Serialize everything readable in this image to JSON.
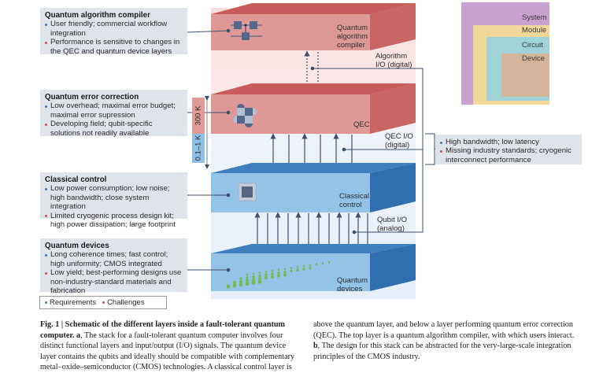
{
  "panel_a": {
    "info_boxes": [
      {
        "title": "Quantum  algorithm compiler",
        "requirements": [
          "User friendly; commercial workflow integration"
        ],
        "challenges": [
          "Performance is sensitive to changes in the QEC and quantum device layers"
        ]
      },
      {
        "title": "Quantum error correction",
        "requirements": [
          "Low overhead; maximal error budget; maximal error supression"
        ],
        "challenges": [
          "Developing field; qubit-specific solutions not readily available"
        ]
      },
      {
        "title": "Classical control",
        "requirements": [
          "Low power consumption; low noise; high bandwidth; close system integration"
        ],
        "challenges": [
          "Limited cryogenic process design kit; high power dissipation; large footprint"
        ]
      },
      {
        "title": "Quantum devices",
        "requirements": [
          "Long coherence times; fast control; high uniformity; CMOS integrated"
        ],
        "challenges": [
          "Low yield; best-performing designs use non-industry-standard materials and fabrication"
        ]
      }
    ],
    "layers": [
      {
        "name": "Quantum algorithm compiler",
        "label_lines": [
          "Quantum",
          "algorithm",
          "compiler"
        ],
        "icon": "quantum-circuit-icon",
        "color": "#e09a9a"
      },
      {
        "name": "QEC",
        "label_lines": [
          "QEC"
        ],
        "icon": "surface-code-icon",
        "color": "#e09a9a"
      },
      {
        "name": "Classical control",
        "label_lines": [
          "Classical",
          "control"
        ],
        "icon": "chip-icon",
        "color": "#8fc1e6"
      },
      {
        "name": "Quantum devices",
        "label_lines": [
          "Quantum",
          "devices"
        ],
        "icon": "qubit-array-icon",
        "color": "#8fc1e6"
      }
    ],
    "io_labels": [
      {
        "lines": [
          "Algorithm",
          "I/O (digital)"
        ]
      },
      {
        "lines": [
          "QEC I/O",
          "(digital)"
        ]
      },
      {
        "lines": [
          "Qubit I/O",
          "(analog)"
        ]
      }
    ],
    "io_box": {
      "requirements": [
        "High bandwidth; low latency"
      ],
      "challenges": [
        "Missing industry standards; cryogenic interconnect performance"
      ]
    },
    "temperatures": [
      {
        "label": "300 K",
        "color": "#e09a9a"
      },
      {
        "label": "0.1–1 K",
        "color": "#8fc1e6"
      }
    ],
    "legend": {
      "requirements": "Requirements",
      "challenges": "Challenges",
      "requirements_color": "#3d7bbf",
      "challenges_color": "#d0504f"
    }
  },
  "panel_b": {
    "levels": [
      {
        "label": "System",
        "color": "#c8a2cf"
      },
      {
        "label": "Module",
        "color": "#f0d898"
      },
      {
        "label": "Circuit",
        "color": "#9fd3d6"
      },
      {
        "label": "Device",
        "color": "#d4b49a"
      }
    ]
  },
  "caption": {
    "fig_label": "Fig. 1 | Schematic of the different layers inside a fault-tolerant quantum computer.",
    "a_label": "a",
    "text_left": ", The stack for a fault-tolerant quantum computer involves four distinct functional layers and input/output (I/O) signals. The quantum device layer contains the qubits and ideally should be compatible with complementary metal–oxide–semiconductor (CMOS) technologies. A classical control layer is",
    "text_right_1": "above the quantum layer, and below a layer performing quantum error correction (QEC). The top layer is a quantum algorithm compiler, with which users interact.",
    "b_label": "b",
    "text_right_2": ", The design for this stack can be abstracted for the very-large-scale integration principles of the CMOS industry."
  }
}
